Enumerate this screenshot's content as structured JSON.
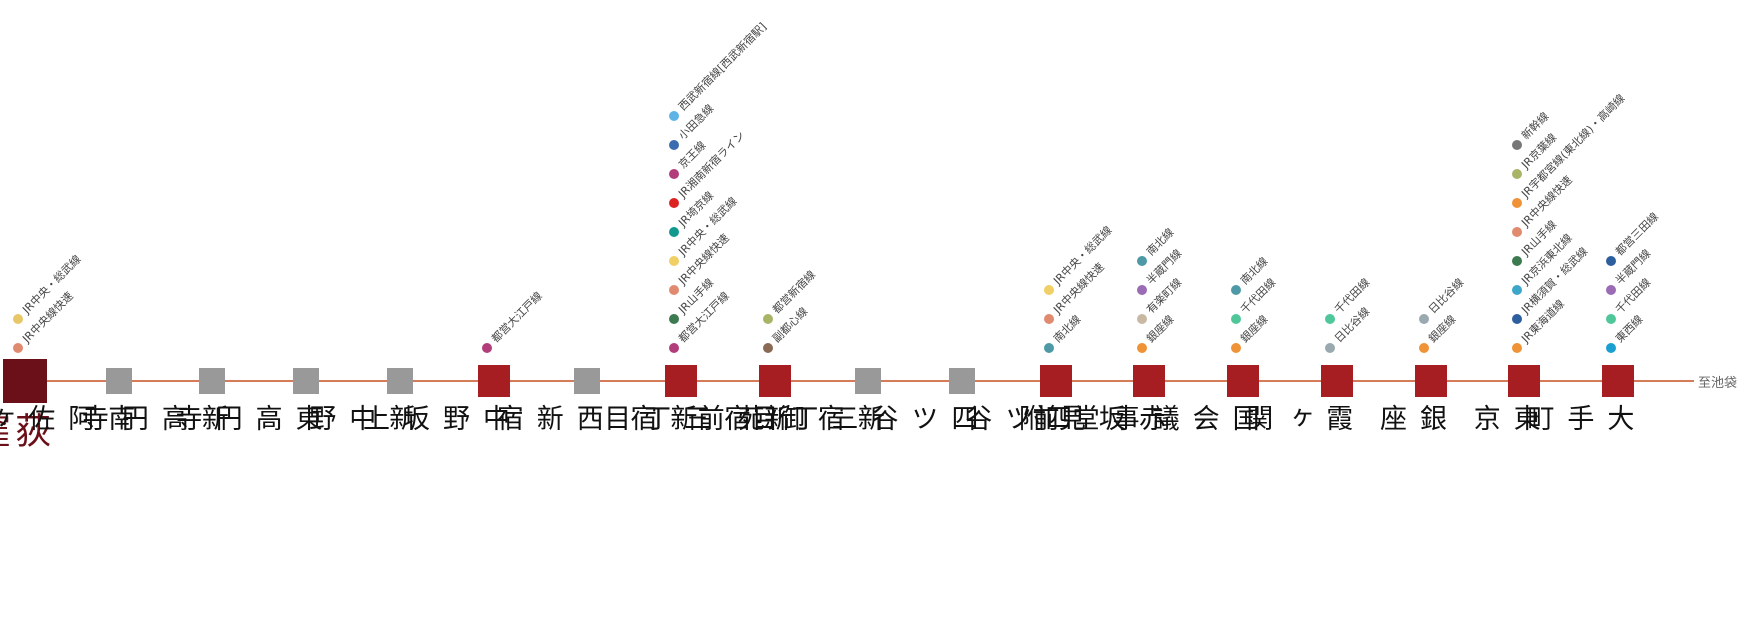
{
  "colors": {
    "line": "#d47b57",
    "origin": "#6b1018",
    "transfer_station": "#a61e22",
    "regular_station": "#999999",
    "station_text": "#111111",
    "origin_text": "#6b1018"
  },
  "destination": "至池袋",
  "stations": [
    {
      "name": "荻窪",
      "type": "origin",
      "lines": [
        {
          "label": "JR中央・総武線",
          "color": "#e8c768"
        },
        {
          "label": "JR中央線快速",
          "color": "#e08a70"
        }
      ]
    },
    {
      "name": "南阿佐ヶ谷",
      "type": "regular",
      "lines": []
    },
    {
      "name": "新高円寺",
      "type": "regular",
      "lines": []
    },
    {
      "name": "東高円寺",
      "type": "regular",
      "lines": []
    },
    {
      "name": "新中野",
      "type": "regular",
      "lines": []
    },
    {
      "name": "中野坂上",
      "type": "transfer",
      "lines": [
        {
          "label": "都営大江戸線",
          "color": "#b23d7b"
        }
      ]
    },
    {
      "name": "西新宿",
      "type": "regular",
      "lines": []
    },
    {
      "name": "新宿",
      "type": "transfer",
      "lines": [
        {
          "label": "西武新宿線[西武新宿駅]",
          "color": "#5fb4e6"
        },
        {
          "label": "小田急線",
          "color": "#3d6bb0"
        },
        {
          "label": "京王線",
          "color": "#b23d7b"
        },
        {
          "label": "JR湘南新宿ライン",
          "color": "#dd2222"
        },
        {
          "label": "JR埼京線",
          "color": "#11998e"
        },
        {
          "label": "JR中央・総武線",
          "color": "#f0cf64"
        },
        {
          "label": "JR中央線快速",
          "color": "#e08a70"
        },
        {
          "label": "JR山手線",
          "color": "#3c7a4f"
        },
        {
          "label": "都営大江戸線",
          "color": "#b23d7b"
        }
      ]
    },
    {
      "name": "新宿三丁目",
      "type": "transfer",
      "lines": [
        {
          "label": "都営新宿線",
          "color": "#a9b467"
        },
        {
          "label": "副都心線",
          "color": "#8a6a55"
        }
      ]
    },
    {
      "name": "新宿御苑前",
      "type": "regular",
      "lines": []
    },
    {
      "name": "四ツ谷三丁目",
      "type": "regular",
      "lines": []
    },
    {
      "name": "四ツ谷",
      "type": "transfer",
      "lines": [
        {
          "label": "JR中央・総武線",
          "color": "#f0cf64"
        },
        {
          "label": "JR中央線快速",
          "color": "#e08a70"
        },
        {
          "label": "南北線",
          "color": "#4d9aa6"
        }
      ]
    },
    {
      "name": "赤坂見附",
      "type": "transfer",
      "lines": [
        {
          "label": "南北線",
          "color": "#4d9aa6"
        },
        {
          "label": "半蔵門線",
          "color": "#9b6bb5"
        },
        {
          "label": "有楽町線",
          "color": "#c9b9a3"
        },
        {
          "label": "銀座線",
          "color": "#f09236"
        }
      ]
    },
    {
      "name": "国会議事堂前",
      "type": "transfer",
      "lines": [
        {
          "label": "南北線",
          "color": "#4d9aa6"
        },
        {
          "label": "千代田線",
          "color": "#4fc79a"
        },
        {
          "label": "銀座線",
          "color": "#f09236"
        }
      ]
    },
    {
      "name": "霞ヶ関",
      "type": "transfer",
      "lines": [
        {
          "label": "千代田線",
          "color": "#4fc79a"
        },
        {
          "label": "日比谷線",
          "color": "#9aa8b0"
        }
      ]
    },
    {
      "name": "銀座",
      "type": "transfer",
      "lines": [
        {
          "label": "日比谷線",
          "color": "#9aa8b0"
        },
        {
          "label": "銀座線",
          "color": "#f09236"
        }
      ]
    },
    {
      "name": "東京",
      "type": "transfer",
      "lines": [
        {
          "label": "新幹線",
          "color": "#777777"
        },
        {
          "label": "JR京葉線",
          "color": "#a9b467"
        },
        {
          "label": "JR宇都宮線(東北線)・高崎線",
          "color": "#f09236"
        },
        {
          "label": "JR中央線快速",
          "color": "#e08a70"
        },
        {
          "label": "JR山手線",
          "color": "#3c7a4f"
        },
        {
          "label": "JR京浜東北線",
          "color": "#3ea6c9"
        },
        {
          "label": "JR横須賀・総武線",
          "color": "#2d5e9e"
        },
        {
          "label": "JR東海道線",
          "color": "#f09236"
        }
      ]
    },
    {
      "name": "大手町",
      "type": "transfer",
      "lines": [
        {
          "label": "都営三田線",
          "color": "#2d5e9e"
        },
        {
          "label": "半蔵門線",
          "color": "#9b6bb5"
        },
        {
          "label": "千代田線",
          "color": "#4fc79a"
        },
        {
          "label": "東西線",
          "color": "#1a9fd0"
        }
      ]
    }
  ]
}
